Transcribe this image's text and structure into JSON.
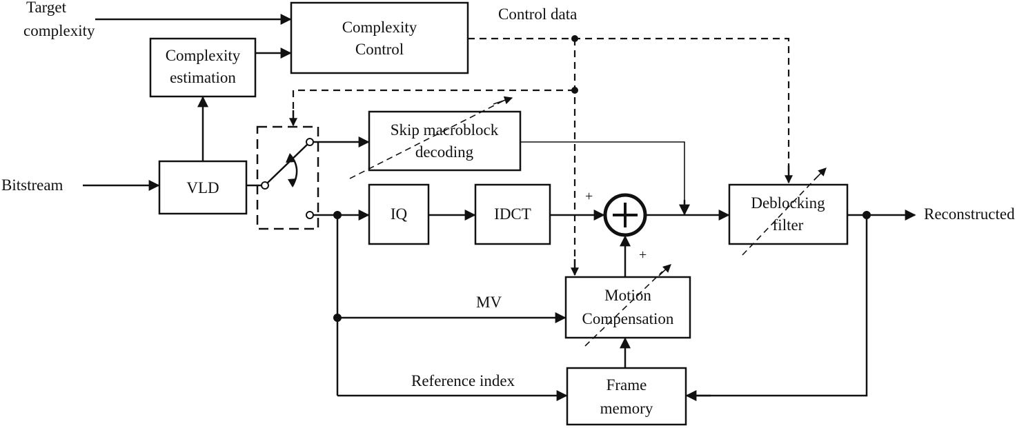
{
  "inputs": {
    "target_line1": "Target",
    "target_line2": "complexity",
    "bitstream": "Bitstream"
  },
  "blocks": {
    "complexity_control": [
      "Complexity",
      "Control"
    ],
    "complexity_estimation": [
      "Complexity",
      "estimation"
    ],
    "vld": "VLD",
    "skip_mb": [
      "Skip macroblock",
      "decoding"
    ],
    "iq": "IQ",
    "idct": "IDCT",
    "motion_comp": [
      "Motion",
      "Compensation"
    ],
    "frame_memory": [
      "Frame",
      "memory"
    ],
    "deblocking": [
      "Deblocking",
      "filter"
    ]
  },
  "signals": {
    "control_data": "Control data",
    "mv": "MV",
    "reference_index": "Reference index",
    "reconstructed": "Reconstructed",
    "plus_top": "+",
    "plus_bottom": "+"
  }
}
